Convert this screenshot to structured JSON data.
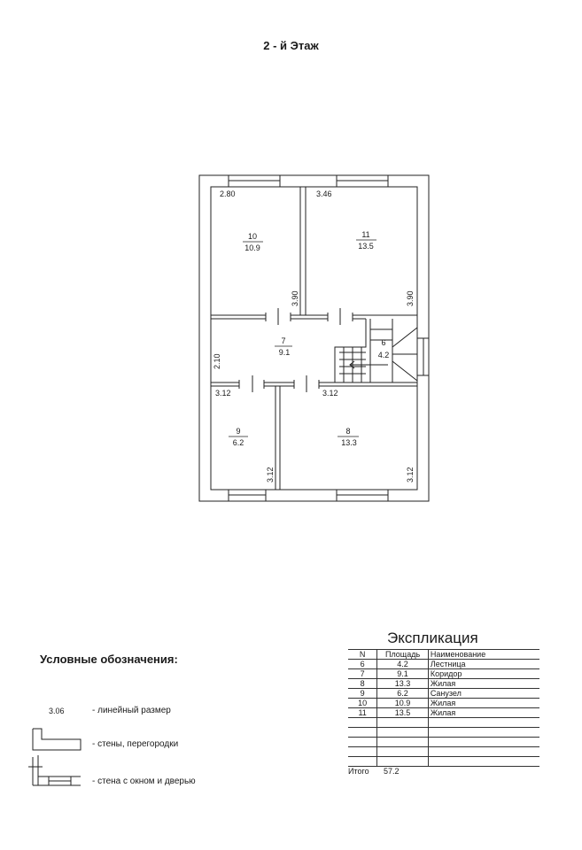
{
  "title": "2 - й Этаж",
  "plan": {
    "rooms": [
      {
        "number": "10",
        "area": "10.9"
      },
      {
        "number": "11",
        "area": "13.5"
      },
      {
        "number": "7",
        "area": "9.1"
      },
      {
        "number": "6",
        "area": "4.2"
      },
      {
        "number": "9",
        "area": "6.2"
      },
      {
        "number": "8",
        "area": "13.3"
      }
    ],
    "dimensions": [
      "2.80",
      "3.46",
      "3.90",
      "3.90",
      "2.10",
      "3.12",
      "3.12",
      "3.12",
      "3.12"
    ]
  },
  "legend": {
    "title": "Условные обозначения:",
    "items": [
      {
        "symbol": "3.06",
        "label": "- линейный размер"
      },
      {
        "label": "- стены, перегородки"
      },
      {
        "label": "- стена с окном и дверью"
      }
    ]
  },
  "explication": {
    "title": "Экспликация",
    "headers": [
      "N",
      "Площадь",
      "Наименование"
    ],
    "rows": [
      {
        "n": "6",
        "area": "4.2",
        "name": "Лестница"
      },
      {
        "n": "7",
        "area": "9.1",
        "name": "Коридор"
      },
      {
        "n": "8",
        "area": "13.3",
        "name": "Жилая"
      },
      {
        "n": "9",
        "area": "6.2",
        "name": "Санузел"
      },
      {
        "n": "10",
        "area": "10.9",
        "name": "Жилая"
      },
      {
        "n": "11",
        "area": "13.5",
        "name": "Жилая"
      }
    ],
    "total_label": "Итого",
    "total_value": "57.2"
  }
}
